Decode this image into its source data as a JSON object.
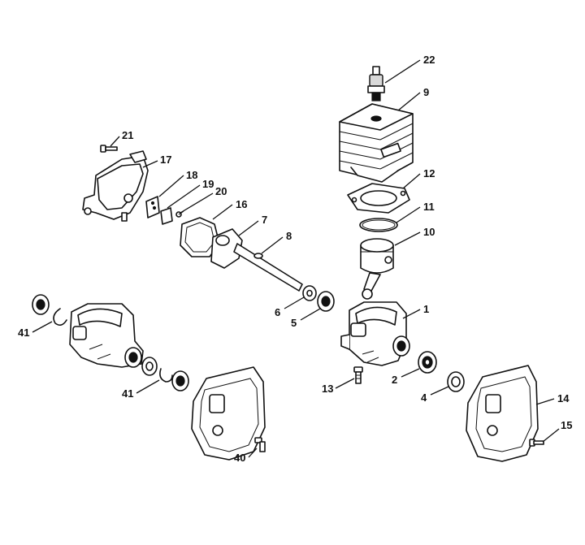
{
  "callouts": {
    "c22": "22",
    "c9": "9",
    "c12": "12",
    "c11": "11",
    "c10": "10",
    "c1": "1",
    "c2": "2",
    "c13": "13",
    "c4": "4",
    "c14": "14",
    "c15": "15",
    "c21": "21",
    "c17": "17",
    "c18": "18",
    "c19": "19",
    "c20": "20",
    "c16": "16",
    "c7": "7",
    "c8": "8",
    "c6": "6",
    "c5": "5",
    "c41a": "41",
    "c41b": "41",
    "c40": "40"
  }
}
